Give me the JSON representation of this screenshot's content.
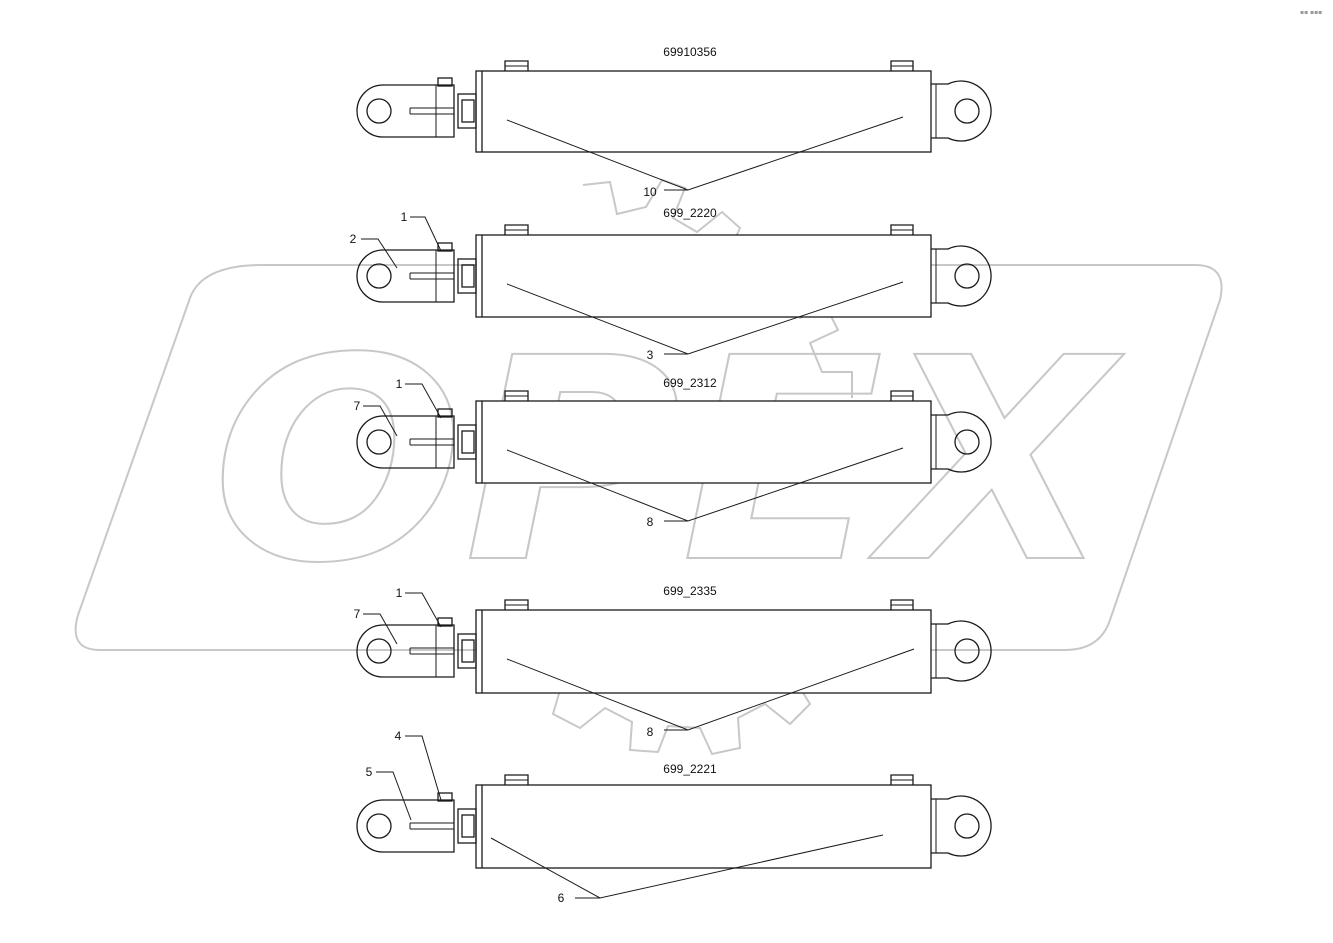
{
  "watermark": {
    "text": "OPEX"
  },
  "cylinders": [
    {
      "part_number": "69910356",
      "callouts": [
        {
          "label": "10"
        }
      ]
    },
    {
      "part_number": "699_2220",
      "callouts": [
        {
          "label": "1"
        },
        {
          "label": "2"
        },
        {
          "label": "3"
        }
      ]
    },
    {
      "part_number": "699_2312",
      "callouts": [
        {
          "label": "1"
        },
        {
          "label": "7"
        },
        {
          "label": "8"
        }
      ]
    },
    {
      "part_number": "699_2335",
      "callouts": [
        {
          "label": "1"
        },
        {
          "label": "7"
        },
        {
          "label": "8"
        }
      ]
    },
    {
      "part_number": "699_2221",
      "callouts": [
        {
          "label": "4"
        },
        {
          "label": "5"
        },
        {
          "label": "6"
        }
      ]
    }
  ]
}
